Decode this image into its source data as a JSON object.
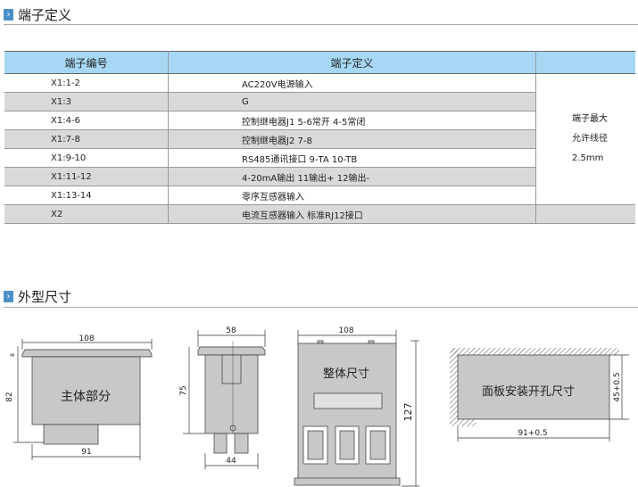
{
  "sections": {
    "terminal": "端子定义",
    "dimensions": "外型尺寸"
  },
  "table": {
    "headers": [
      "端子编号",
      "端子定义",
      ""
    ],
    "rows": [
      {
        "id": "X1:1-2",
        "def": "AC220V电源输入"
      },
      {
        "id": "X1:3",
        "def": "G"
      },
      {
        "id": "X1:4-6",
        "def": "控制继电器J1 5-6常开 4-5常闭"
      },
      {
        "id": "X1:7-8",
        "def": "控制继电器J2  7-8"
      },
      {
        "id": "X1:9-10",
        "def": "RS485通讯接口 9-TA   10-TB"
      },
      {
        "id": "X1:11-12",
        "def": "4-20mA输出 11输出+  12输出-"
      },
      {
        "id": "X1:13-14",
        "def": "零序互感器输入"
      },
      {
        "id": "X2",
        "def": "电流互感器输入    标准RJ12接口"
      }
    ],
    "note": [
      "端子最大",
      "允许线径",
      "2.5mm"
    ]
  },
  "drawings": {
    "main": {
      "label": "主体部分",
      "width_top": "108",
      "plate": "8",
      "height": "82",
      "width_bottom": "91"
    },
    "side": {
      "top": "58",
      "height": "75",
      "bottom": "44"
    },
    "whole": {
      "label": "整体尺寸",
      "width": "108",
      "height": "127"
    },
    "cutout": {
      "label": "面板安装开孔尺寸",
      "height": "45+0.5",
      "width": "91+0.5"
    }
  },
  "colors": {
    "header": "#a6d8f5",
    "stripe": "#d9d9d9",
    "icon": "#4a90c8",
    "body": "#c8c8c8"
  }
}
